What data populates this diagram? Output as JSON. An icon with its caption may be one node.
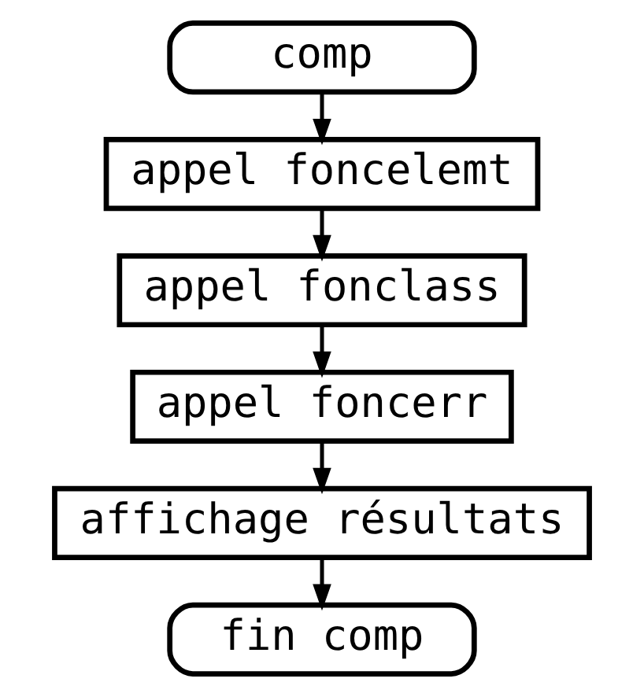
{
  "diagram": {
    "nodes": [
      {
        "text": [
          "comp"
        ]
      },
      {
        "text": [
          "appel foncelemt"
        ]
      },
      {
        "text": [
          "appel fonclass"
        ]
      },
      {
        "text": [
          "appel foncerr"
        ]
      },
      {
        "text": [
          "affichage résultats"
        ]
      },
      {
        "text": [
          "fin comp"
        ]
      }
    ],
    "edges": [
      {
        "from": 0,
        "to": 1,
        "arrow": "to"
      },
      {
        "from": 1,
        "to": 2,
        "arrow": "to"
      },
      {
        "from": 2,
        "to": 3,
        "arrow": "to"
      },
      {
        "from": 3,
        "to": 4,
        "arrow": "to"
      },
      {
        "from": 4,
        "to": 5,
        "arrow": "to"
      }
    ]
  }
}
